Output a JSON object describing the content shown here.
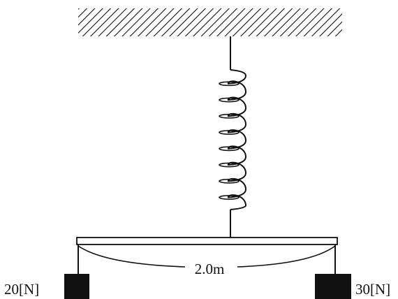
{
  "diagram": {
    "length_label": "2.0m",
    "left_weight_label": "20[N]",
    "right_weight_label": "30[N]",
    "spring_turns": 8
  }
}
